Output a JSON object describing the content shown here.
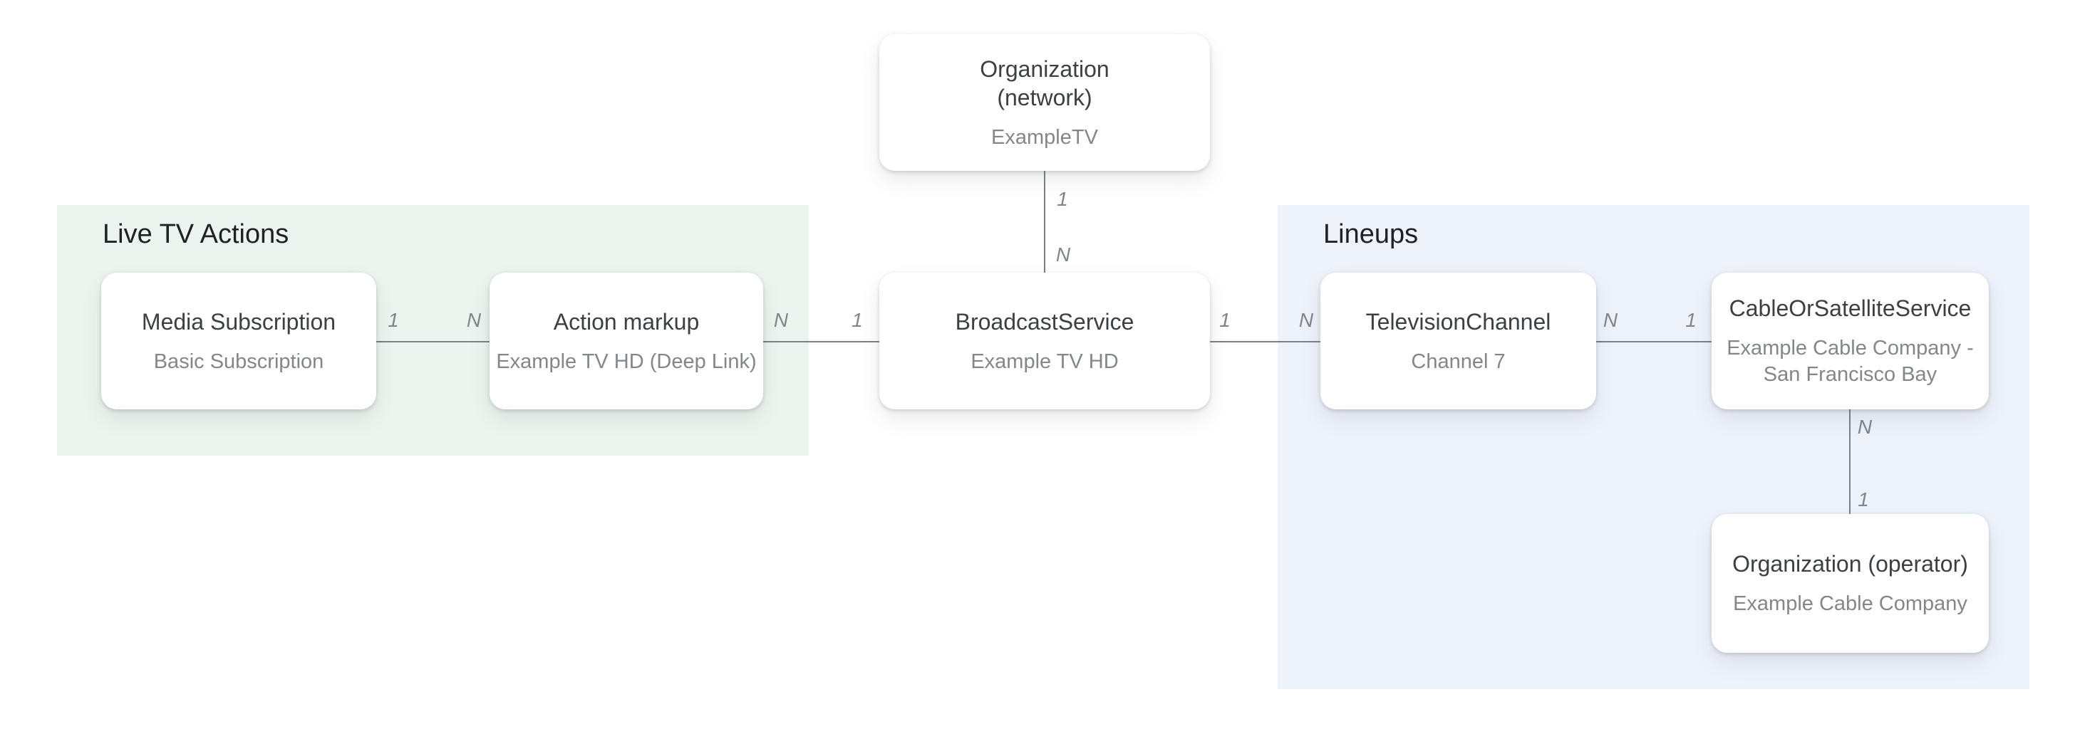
{
  "diagram": {
    "colors": {
      "background": "#ffffff",
      "live_tv_actions_region": "#ecf4ef",
      "lineups_region": "#eef2fb",
      "node_background": "#ffffff",
      "node_title_text": "#3c4043",
      "node_subtitle_text": "#82878c",
      "region_heading_text": "#202124",
      "connector_line": "#7b8187",
      "cardinality_label_text": "#80868b"
    },
    "regions": [
      {
        "label": "Live TV Actions"
      },
      {
        "label": "Lineups"
      }
    ],
    "nodes": [
      {
        "title": "Organization",
        "title_line2": "(network)",
        "subtitle": "ExampleTV"
      },
      {
        "title": "Media Subscription",
        "subtitle": "Basic Subscription"
      },
      {
        "title": "Action markup",
        "subtitle": "Example TV HD (Deep Link)"
      },
      {
        "title": "BroadcastService",
        "subtitle": "Example TV HD"
      },
      {
        "title": "TelevisionChannel",
        "subtitle": "Channel 7"
      },
      {
        "title": "CableOrSatelliteService",
        "subtitle": "Example Cable Company -",
        "subtitle_line2": "San Francisco Bay"
      },
      {
        "title": "Organization (operator)",
        "subtitle": "Example Cable Company"
      }
    ],
    "connectors": [
      {
        "from": "Organization (network)",
        "to": "BroadcastService",
        "from_label": "1",
        "to_label": "N"
      },
      {
        "from": "Media Subscription",
        "to": "Action markup",
        "from_label": "1",
        "to_label": "N"
      },
      {
        "from": "Action markup",
        "to": "BroadcastService",
        "from_label": "N",
        "to_label": "1"
      },
      {
        "from": "BroadcastService",
        "to": "TelevisionChannel",
        "from_label": "1",
        "to_label": "N"
      },
      {
        "from": "TelevisionChannel",
        "to": "CableOrSatelliteService",
        "from_label": "N",
        "to_label": "1"
      },
      {
        "from": "CableOrSatelliteService",
        "to": "Organization (operator)",
        "from_label": "N",
        "to_label": "1"
      }
    ]
  }
}
